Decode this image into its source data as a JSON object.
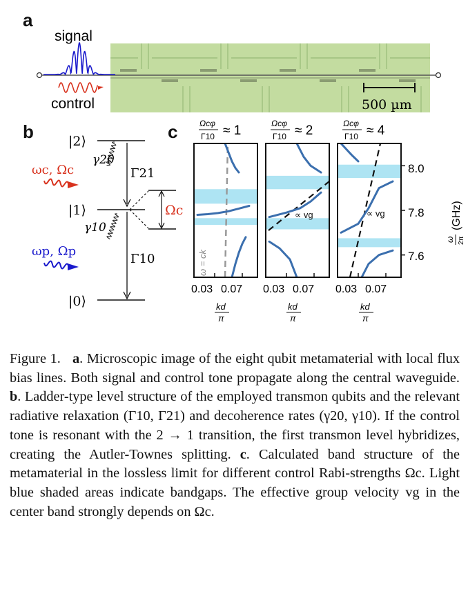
{
  "panels": {
    "a": "a",
    "b": "b",
    "c": "c"
  },
  "panel_a": {
    "signal_label": "signal",
    "control_label": "control",
    "scalebar_label": "500 µm",
    "colors": {
      "signal": "#1a1acc",
      "control": "#d8321e",
      "chip": "#c3dca0"
    }
  },
  "panel_b": {
    "level_2": "|2⟩",
    "level_1": "|1⟩",
    "level_0": "|0⟩",
    "gamma20": "γ20",
    "gamma10": "γ10",
    "Gamma21": "Γ21",
    "Gamma10": "Γ10",
    "Omega_c": "Ωc",
    "control_drive": "ωc, Ωc",
    "probe_drive": "ωp, Ωp",
    "colors": {
      "control": "#d8321e",
      "probe": "#1a1acc"
    }
  },
  "panel_c": {
    "subplot_titles": [
      {
        "frac_num": "Ωcφ",
        "frac_den": "Γ10",
        "rel": "≈ 1"
      },
      {
        "frac_num": "Ωcφ",
        "frac_den": "Γ10",
        "rel": "≈ 2"
      },
      {
        "frac_num": "Ωcφ",
        "frac_den": "Γ10",
        "rel": "≈ 4"
      }
    ],
    "x_ticks": [
      "0.03",
      "0.07"
    ],
    "xlabel_num": "kd",
    "xlabel_den": "π",
    "y_ticks": [
      "8.0",
      "7.8",
      "7.6"
    ],
    "ylabel": "(GHz)",
    "ylabel_frac_num": "ω",
    "ylabel_frac_den": "2π",
    "light_line_label": "ω = ck",
    "vg_label": "∝ vg",
    "colors": {
      "band": "#3b6fae",
      "gap": "#aee4f3"
    }
  },
  "chart_data": [
    {
      "type": "line",
      "title": "Ωcφ/Γ10 ≈ 1",
      "xlabel": "kd/π",
      "ylabel": "ω/2π (GHz)",
      "x_ticks": [
        0.03,
        0.07
      ],
      "y_ticks": [
        7.6,
        7.8,
        8.0
      ],
      "ylim": [
        7.5,
        8.1
      ],
      "bandgaps_GHz": [
        [
          7.83,
          7.895
        ],
        [
          7.735,
          7.765
        ]
      ],
      "series": [
        {
          "name": "",
          "x": [
            0.045,
            0.05,
            0.055,
            0.06,
            0.065
          ],
          "y": [
            8.1,
            8.06,
            8.02,
            7.99,
            7.97
          ]
        },
        {
          "name": "",
          "x": [
            0.005,
            0.02,
            0.035,
            0.05,
            0.065,
            0.08
          ],
          "y": [
            7.78,
            7.783,
            7.788,
            7.796,
            7.808,
            7.82
          ]
        },
        {
          "name": "",
          "x": [
            0.055,
            0.06,
            0.065,
            0.07,
            0.075
          ],
          "y": [
            7.5,
            7.56,
            7.61,
            7.65,
            7.68
          ]
        }
      ],
      "light_line": "ω = ck"
    },
    {
      "type": "line",
      "title": "Ωcφ/Γ10 ≈ 2",
      "xlabel": "kd/π",
      "ylabel": "ω/2π (GHz)",
      "x_ticks": [
        0.03,
        0.07
      ],
      "y_ticks": [
        7.6,
        7.8,
        8.0
      ],
      "ylim": [
        7.5,
        8.1
      ],
      "bandgaps_GHz": [
        [
          7.895,
          7.955
        ],
        [
          7.715,
          7.765
        ]
      ],
      "series": [
        {
          "name": "",
          "x": [
            0.045,
            0.055,
            0.065,
            0.08
          ],
          "y": [
            8.1,
            8.04,
            8.0,
            7.97
          ]
        },
        {
          "name": "",
          "x": [
            0.005,
            0.03,
            0.05,
            0.065,
            0.08
          ],
          "y": [
            7.77,
            7.79,
            7.81,
            7.84,
            7.88
          ]
        },
        {
          "name": "",
          "x": [
            0.005,
            0.02,
            0.035,
            0.045
          ],
          "y": [
            7.66,
            7.63,
            7.58,
            7.5
          ]
        }
      ],
      "annotation": "∝ vg"
    },
    {
      "type": "line",
      "title": "Ωcφ/Γ10 ≈ 4",
      "xlabel": "kd/π",
      "ylabel": "ω/2π (GHz)",
      "x_ticks": [
        0.03,
        0.07
      ],
      "y_ticks": [
        7.6,
        7.8,
        8.0
      ],
      "ylim": [
        7.5,
        8.1
      ],
      "bandgaps_GHz": [
        [
          7.945,
          8.005
        ],
        [
          7.635,
          7.675
        ]
      ],
      "series": [
        {
          "name": "",
          "x": [
            0.005,
            0.02,
            0.03
          ],
          "y": [
            8.1,
            8.05,
            8.02
          ]
        },
        {
          "name": "",
          "x": [
            0.005,
            0.03,
            0.045,
            0.06,
            0.08
          ],
          "y": [
            7.7,
            7.74,
            7.81,
            7.9,
            7.93
          ]
        },
        {
          "name": "",
          "x": [
            0.035,
            0.045,
            0.06,
            0.08
          ],
          "y": [
            7.5,
            7.56,
            7.6,
            7.62
          ]
        }
      ],
      "annotation": "∝ vg"
    }
  ],
  "caption": {
    "fig_label": "Figure 1.",
    "a_label": "a",
    "a_text": ". Microscopic image of the eight qubit metamaterial with local flux bias lines. Both signal and control tone propagate along the central waveguide.",
    "b_label": "b",
    "b_text": ". Ladder-type level structure of the employed transmon qubits and the relevant radiative relaxation (Γ10, Γ21) and decoherence rates (γ20, γ10). If the control tone is resonant with the 2 → 1 transition, the first transmon level hybridizes, creating the Autler-Townes splitting.",
    "c_label": "c",
    "c_text": ". Calculated band structure of the metamaterial in the lossless limit for different control Rabi-strengths Ωc. Light blue shaded areas indicate bandgaps. The effective group velocity vg in the center band strongly depends on Ωc."
  }
}
